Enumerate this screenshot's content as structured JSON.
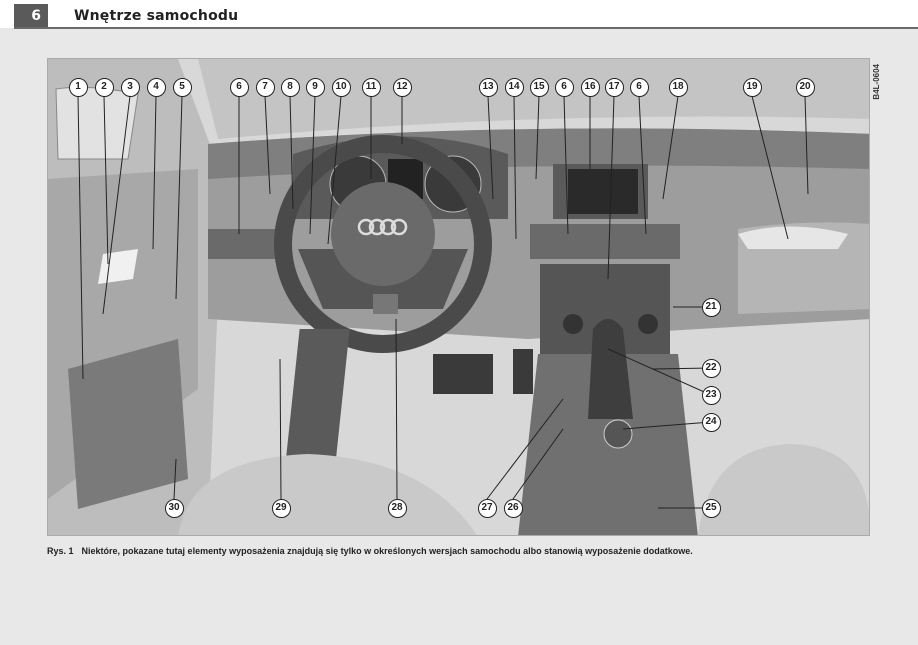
{
  "header": {
    "page_number": "6",
    "title": "Wnętrze samochodu"
  },
  "figure": {
    "code": "B4L-0604",
    "callouts": [
      "1",
      "2",
      "3",
      "4",
      "5",
      "6",
      "7",
      "8",
      "9",
      "10",
      "11",
      "12",
      "13",
      "14",
      "15",
      "6",
      "16",
      "17",
      "6",
      "18",
      "19",
      "20",
      "21",
      "22",
      "23",
      "24",
      "25",
      "30",
      "29",
      "28",
      "27",
      "26"
    ]
  },
  "caption": {
    "label": "Rys. 1",
    "text": "Niektóre, pokazane tutaj elementy wyposażenia znajdują się tylko w określonych wersjach samochodu albo stanowią wyposażenie dodatkowe."
  }
}
